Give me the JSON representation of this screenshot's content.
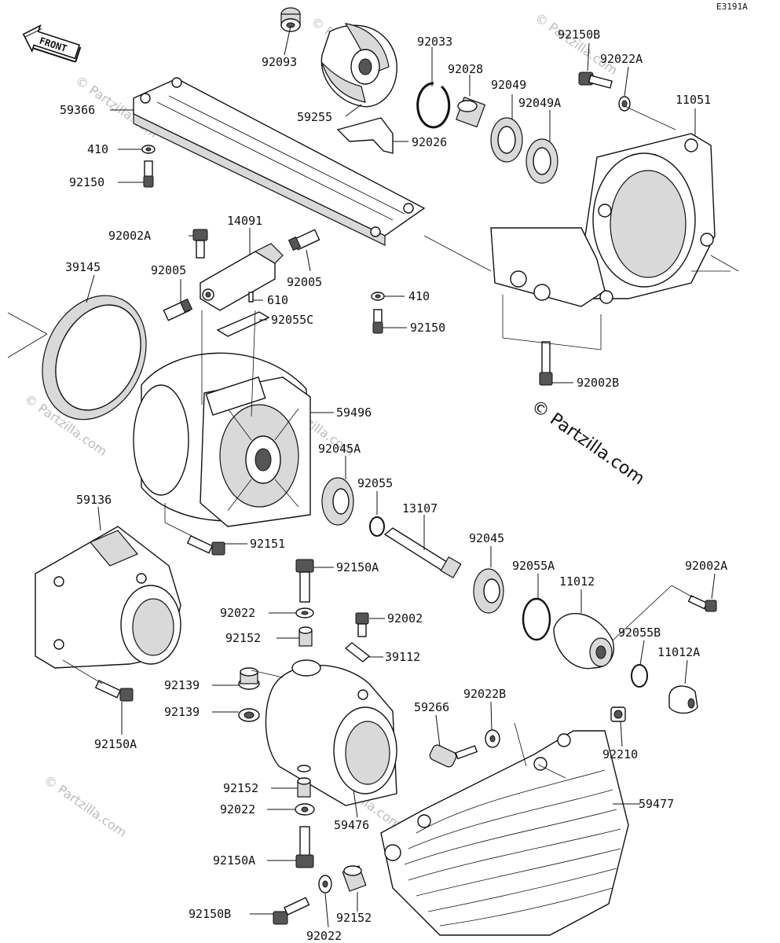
{
  "diagram_code": "E3191A",
  "front_label": "FRONT",
  "brand": "© Partzilla.com",
  "watermark": "© Partzilla.com",
  "labels": {
    "p92093": "92093",
    "p59255": "59255",
    "p92033": "92033",
    "p92028": "92028",
    "p92049": "92049",
    "p92049A": "92049A",
    "p92150B_top": "92150B",
    "p92022A": "92022A",
    "p11051": "11051",
    "p59366": "59366",
    "p410_top": "410",
    "p92150_top": "92150",
    "p92026": "92026",
    "p14091": "14091",
    "p92002A_left": "92002A",
    "p39145": "39145",
    "p92005_left": "92005",
    "p92005_right": "92005",
    "p610": "610",
    "p92055C": "92055C",
    "p410_mid": "410",
    "p92150_mid": "92150",
    "p92002B": "92002B",
    "p59496": "59496",
    "p92045A": "92045A",
    "p92055": "92055",
    "p13107": "13107",
    "p59136": "59136",
    "p92151": "92151",
    "p92045": "92045",
    "p92055A": "92055A",
    "p11012": "11012",
    "p92002A_right": "92002A",
    "p92150A_mid": "92150A",
    "p92022_mid": "92022",
    "p92002": "92002",
    "p92152_mid": "92152",
    "p39112": "39112",
    "p92055B": "92055B",
    "p11012A": "11012A",
    "p92139_a": "92139",
    "p92139_b": "92139",
    "p92022B": "92022B",
    "p59266": "59266",
    "p92150A_left": "92150A",
    "p92210": "92210",
    "p92152_low": "92152",
    "p59477": "59477",
    "p92022_low": "92022",
    "p59476": "59476",
    "p92150A_low": "92150A",
    "p92150B_bottom": "92150B",
    "p92152_bottom": "92152",
    "p92022_bottom": "92022"
  }
}
